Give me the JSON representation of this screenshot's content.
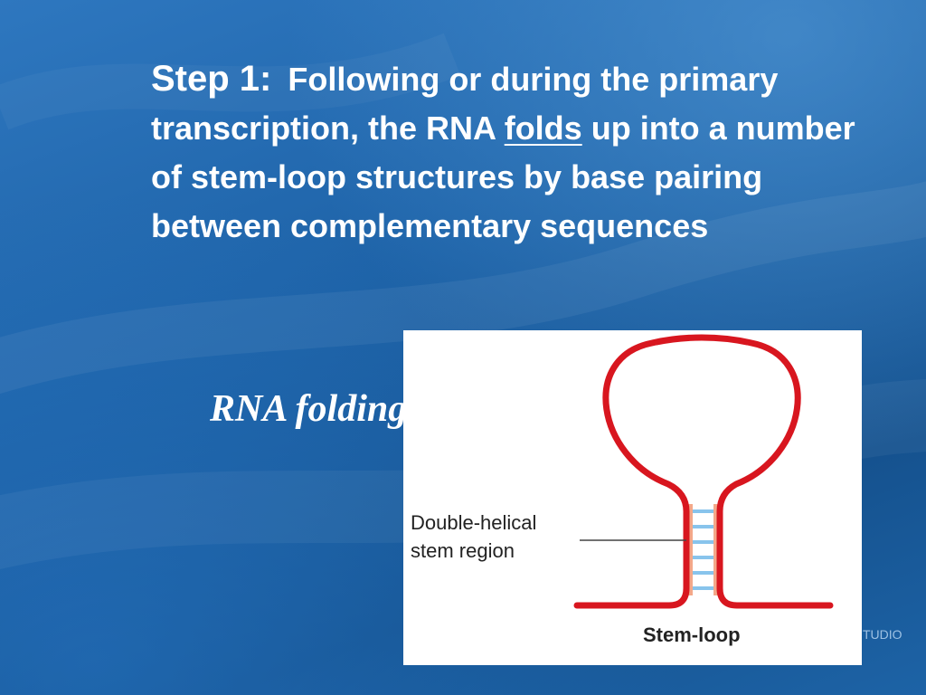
{
  "slide": {
    "step_label": "Step 1:",
    "body_part1": "Following or during the primary transcription, the RNA ",
    "body_underlined": "folds",
    "body_part2": " up into a number of stem-loop structures by base pairing between complementary sequences",
    "caption": "RNA folding"
  },
  "figure": {
    "label_line1": "Double-helical",
    "label_line2": "stem region",
    "stem_loop_label": "Stem-loop",
    "colors": {
      "strand": "#d8161f",
      "pairs": "#88c4ec",
      "stem_strip": "#f4a889"
    }
  },
  "watermark": "TUDIO"
}
